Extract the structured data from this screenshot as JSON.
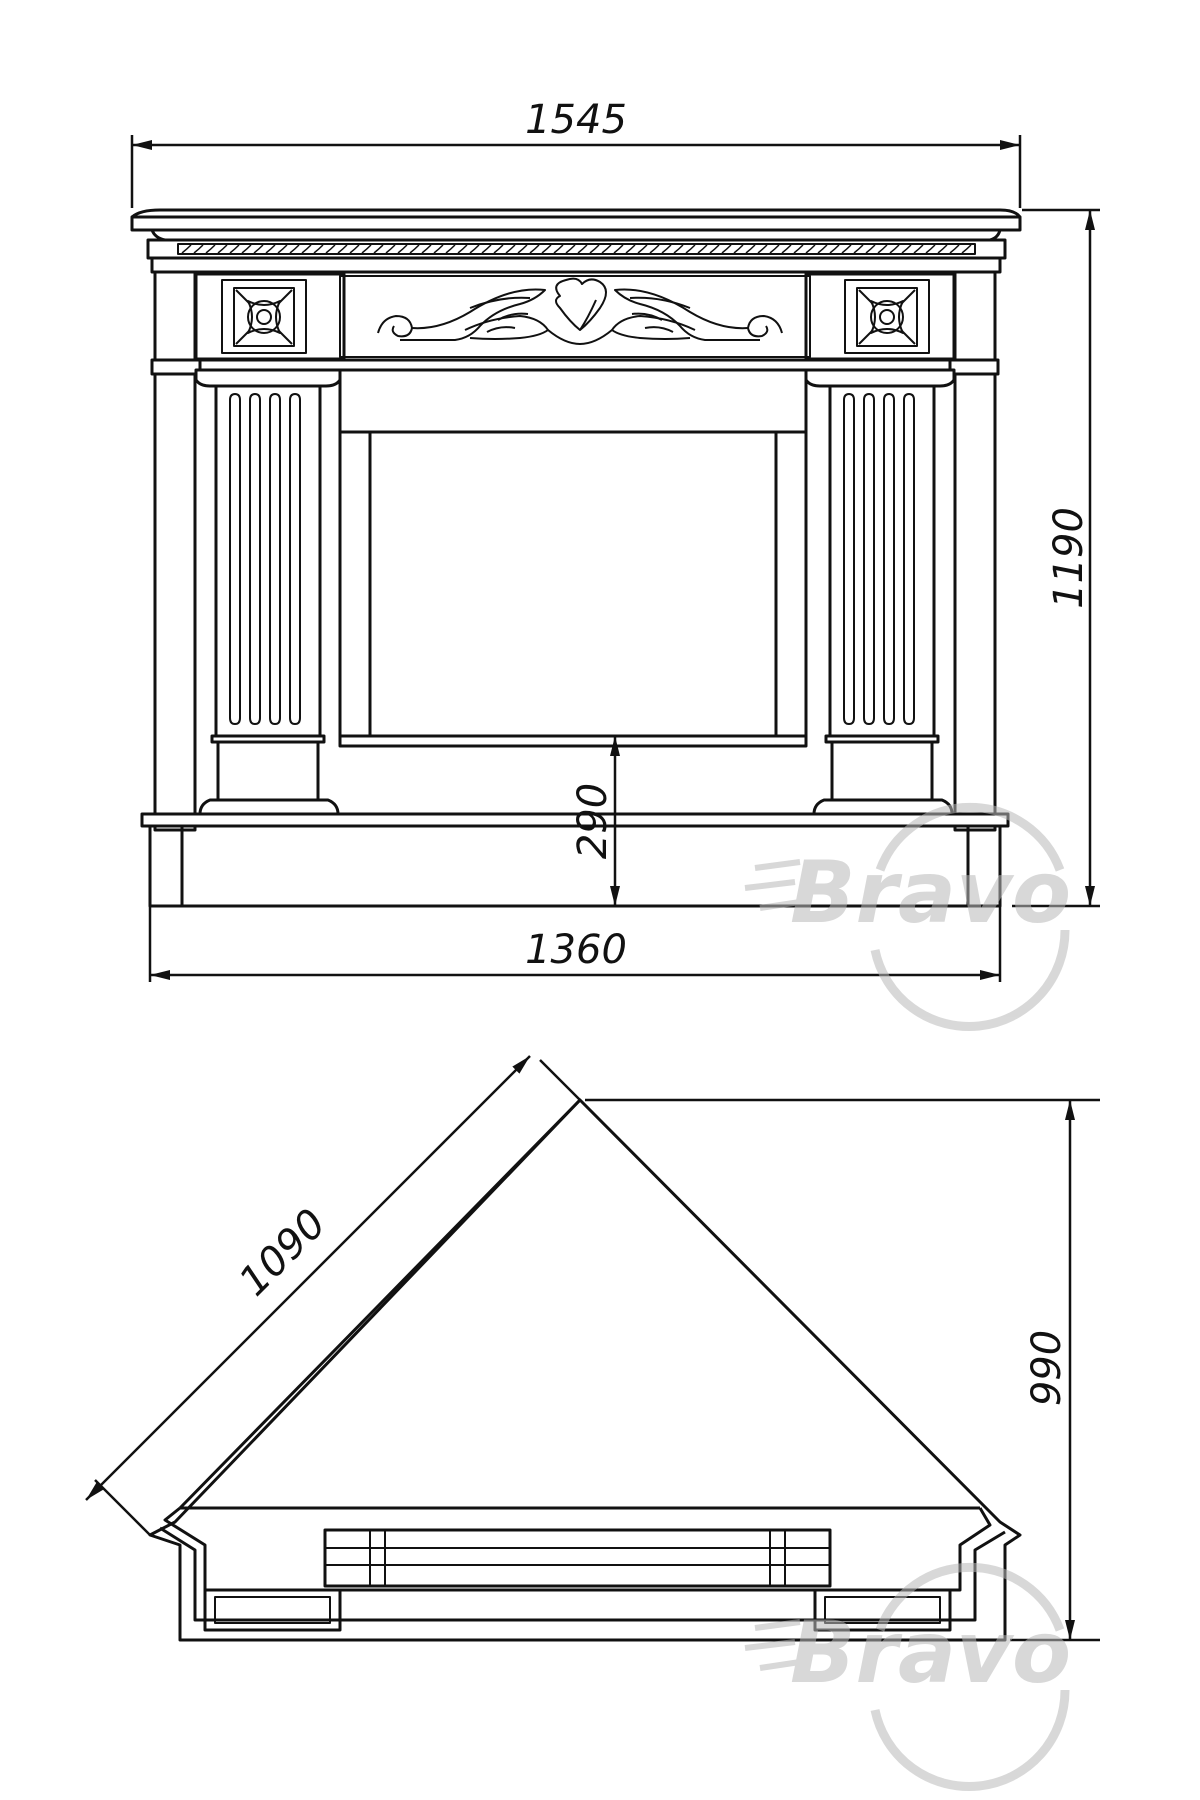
{
  "dimensions": {
    "front_width": "1545",
    "front_height": "1190",
    "hearth_height": "290",
    "base_width": "1360",
    "side_length": "1090",
    "depth": "990"
  },
  "watermark": {
    "text": "Bravo"
  },
  "colors": {
    "line": "#111111",
    "fill": "#ffffff",
    "watermark": "#b9b9b9"
  }
}
